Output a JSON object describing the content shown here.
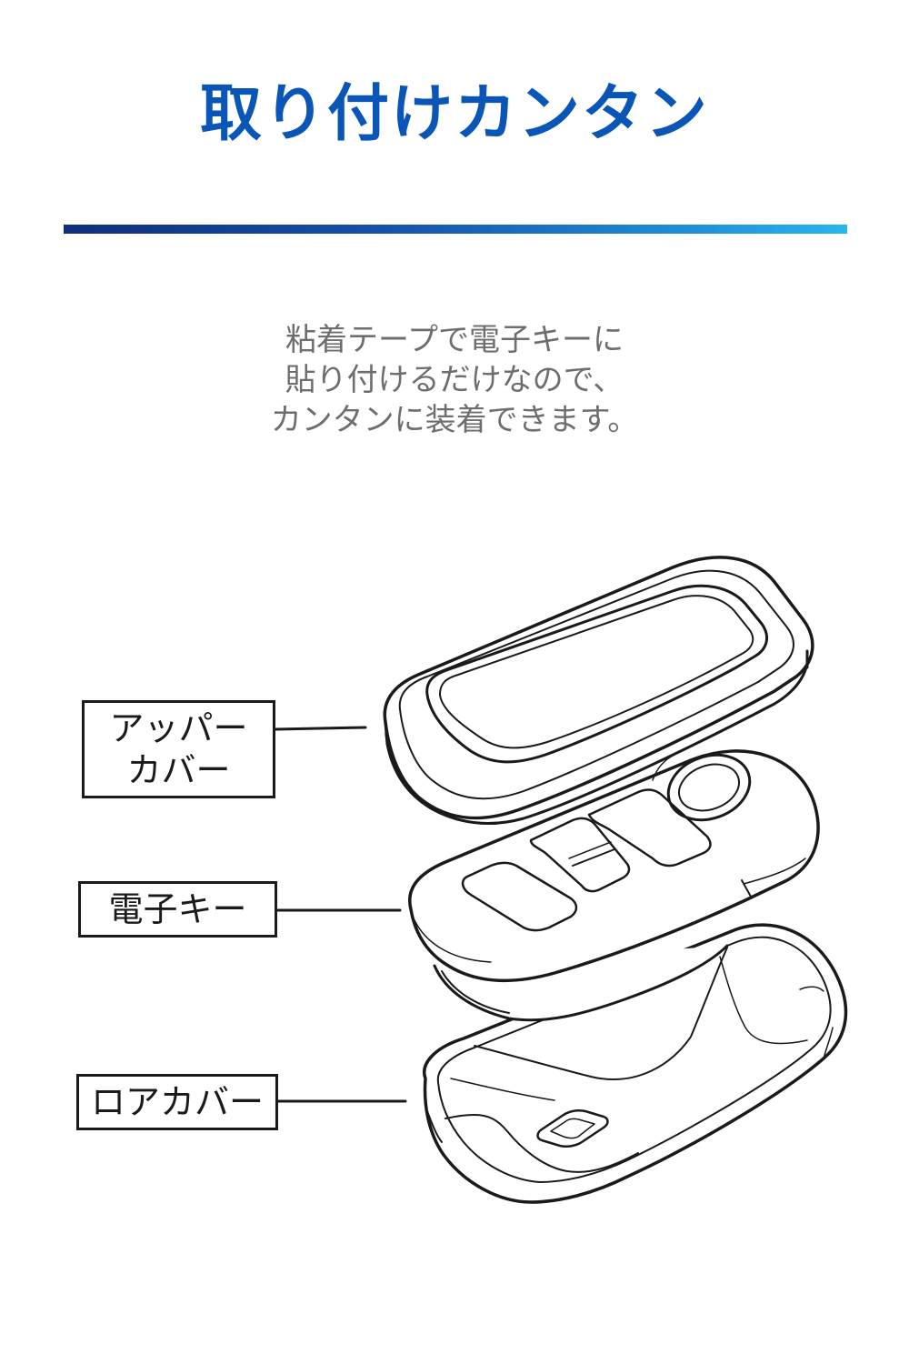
{
  "header": {
    "title": "取り付けカンタン"
  },
  "description": {
    "lines": [
      "粘着テープで電子キーに",
      "貼り付けるだけなので、",
      "カンタンに装着できます。"
    ]
  },
  "parts": {
    "upper_cover": {
      "line1": "アッパー",
      "line2": "カバー"
    },
    "electronic_key": {
      "label": "電子キー"
    },
    "lower_cover": {
      "label": "ロアカバー"
    }
  },
  "colors": {
    "title": "#0a55b8",
    "text": "#6e6e6e",
    "line_art": "#1a1a1a",
    "divider_start": "#0f2f7a",
    "divider_end": "#27b6ee"
  }
}
